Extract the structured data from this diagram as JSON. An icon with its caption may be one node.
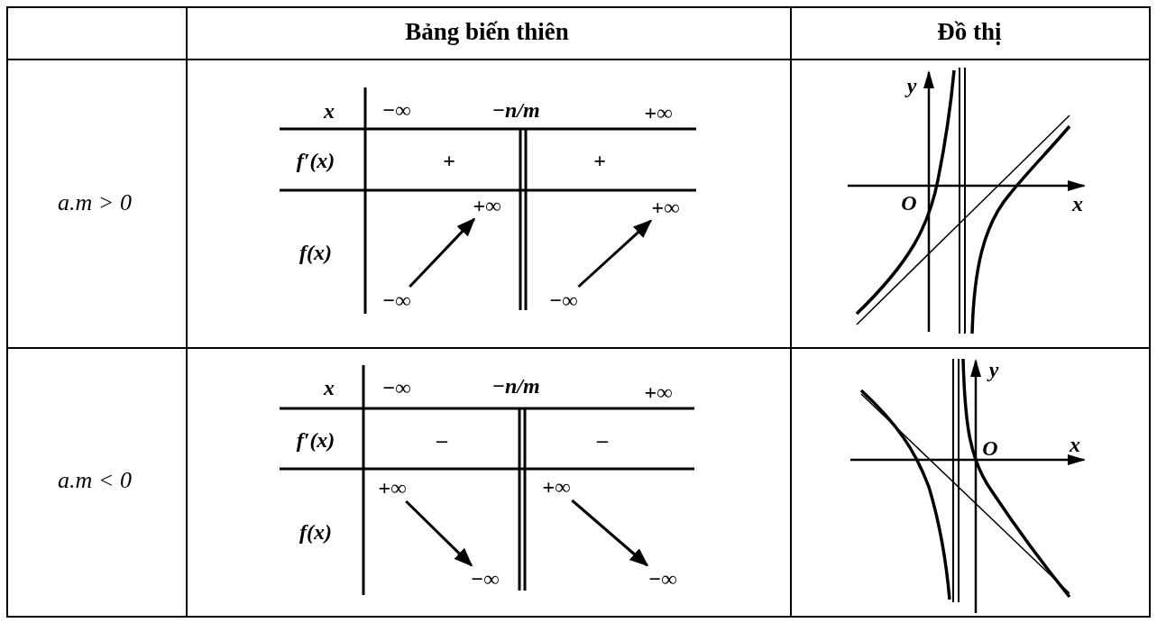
{
  "diagram": {
    "nodes": [
      {
        "text": [
          "+∞"
        ]
      },
      {
        "text": [
          "−∞"
        ]
      },
      {
        "text": [
          "+∞"
        ]
      },
      {
        "text": [
          "−∞"
        ]
      },
      {
        "text": [
          "+∞"
        ]
      },
      {
        "text": [
          "−∞"
        ]
      },
      {
        "text": [
          "+∞"
        ]
      },
      {
        "text": [
          "−∞"
        ]
      }
    ],
    "edges": [
      {
        "from": 1,
        "to": 0,
        "arrow": "to"
      },
      {
        "from": 3,
        "to": 2,
        "arrow": "to"
      },
      {
        "from": 4,
        "to": 5,
        "arrow": "to"
      },
      {
        "from": 6,
        "to": 7,
        "arrow": "to"
      }
    ],
    "labels": [
      "Bảng biến thiên",
      "Đồ thị",
      "a.m > 0",
      "x",
      "−∞",
      "−n/m",
      "+∞",
      "f′(x)",
      "+",
      "+",
      "f(x)",
      "y",
      "O",
      "x",
      "a.m < 0",
      "x",
      "−∞",
      "−n/m",
      "+∞",
      "f′(x)",
      "–",
      "–",
      "f(x)",
      "y",
      "O",
      "x"
    ]
  }
}
